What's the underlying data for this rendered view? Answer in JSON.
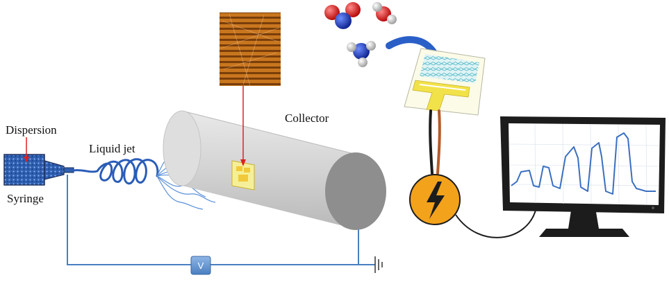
{
  "labels": {
    "dispersion": "Dispersion",
    "syringe": "Syringe",
    "liquid_jet": "Liquid jet",
    "collector": "Collector",
    "voltage": "V"
  },
  "colors": {
    "wire": "#4a7fc1",
    "syringe_fill": "#2f5fb0",
    "collector_body": "#c9c9c9",
    "collector_end": "#8e8e8e",
    "arrow_red": "#e02020",
    "curved_arrow": "#2a5fc8",
    "power_orange": "#f3a21b",
    "electrode_gold": "#f2e24a",
    "micrograph": "#c8761e",
    "monitor_frame": "#1c1c1c",
    "signal": "#3a6fc0"
  },
  "icons": {
    "power": "lightning-bolt-icon",
    "ground": "ground-icon",
    "molecules": [
      "no2-molecule-icon",
      "h2o-molecule-icon",
      "nh3-molecule-icon"
    ]
  }
}
